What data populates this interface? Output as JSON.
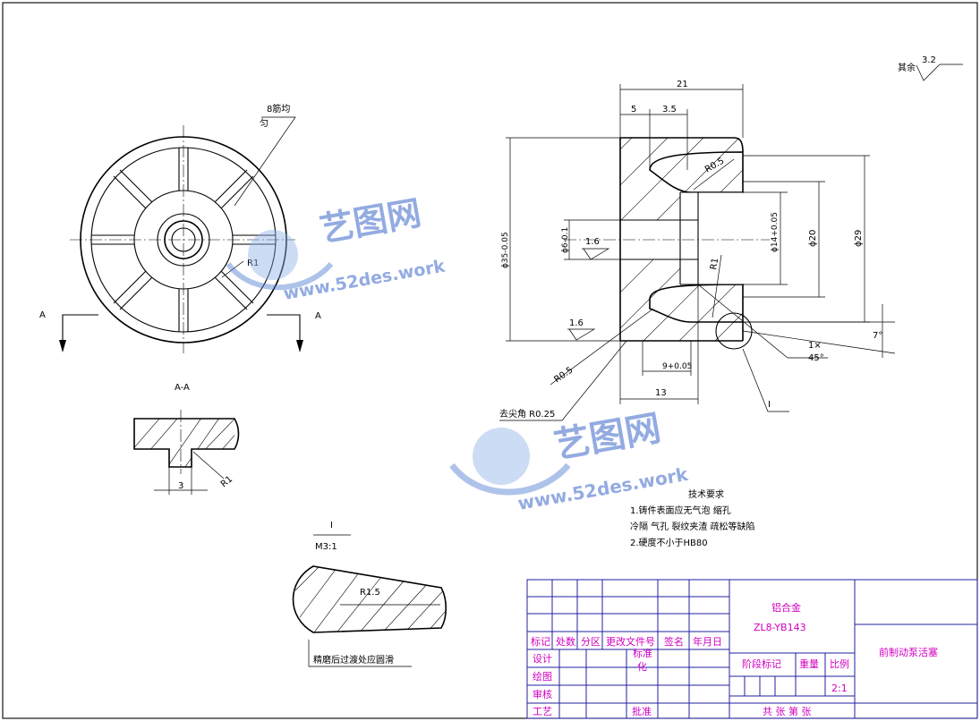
{
  "watermark": {
    "brand": "艺图网",
    "url": "www.52des.work"
  },
  "notes": {
    "rough_other": "其余",
    "rough_other_value": "3.2",
    "spokes": "8筋均",
    "spokes_2": "匀",
    "section_label": "A-A",
    "arrow_a_left": "A",
    "arrow_a_right": "A",
    "detail_callout": "I",
    "detail_label": "I",
    "detail_scale": "M3:1",
    "detail_radius": "R1.5",
    "detail_note": "精磨后过渡处应圆滑",
    "chamfer_note": "去尖角 R0.25",
    "front_r1": "R1",
    "section_r1": "R1",
    "section_dim": "3"
  },
  "dims": {
    "d21": "21",
    "d5": "5",
    "d35": "3.5",
    "r05_top": "R0.5",
    "r05_low": "R0.5",
    "r1": "R1",
    "phi35": "ϕ35-0.05",
    "phi6": "ϕ6-0.1",
    "phi14": "ϕ14+0.05",
    "phi20": "ϕ20",
    "phi29": "ϕ29",
    "rough16a": "1.6",
    "rough16b": "1.6",
    "d9": "9+0.05",
    "d13": "13",
    "chamfer1": "1×",
    "chamfer2": "45°",
    "angle7": "7°"
  },
  "tech": {
    "title": "技术要求",
    "l1": "1.铸件表面应无气泡 缩孔",
    "l2": "冷隔 气孔 裂纹夹渣 疏松等缺陷",
    "l3": "2.硬度不小于HB80"
  },
  "title_block": {
    "material": "铝合金",
    "material_code": "ZL8-YB143",
    "part_name": "前制动泵活塞",
    "h_mark": "标记",
    "h_count": "处数",
    "h_zone": "分区",
    "h_doc": "更改文件号",
    "h_sign": "签名",
    "h_date": "年月日",
    "design": "设计",
    "standard": "标准",
    "standard2": "化",
    "draw": "绘图",
    "check": "审核",
    "process": "工艺",
    "approve": "批准",
    "stage": "阶段标记",
    "weight": "重量",
    "scale": "比例",
    "scale_value": "2:1",
    "sheets": "共  张  第  张"
  }
}
